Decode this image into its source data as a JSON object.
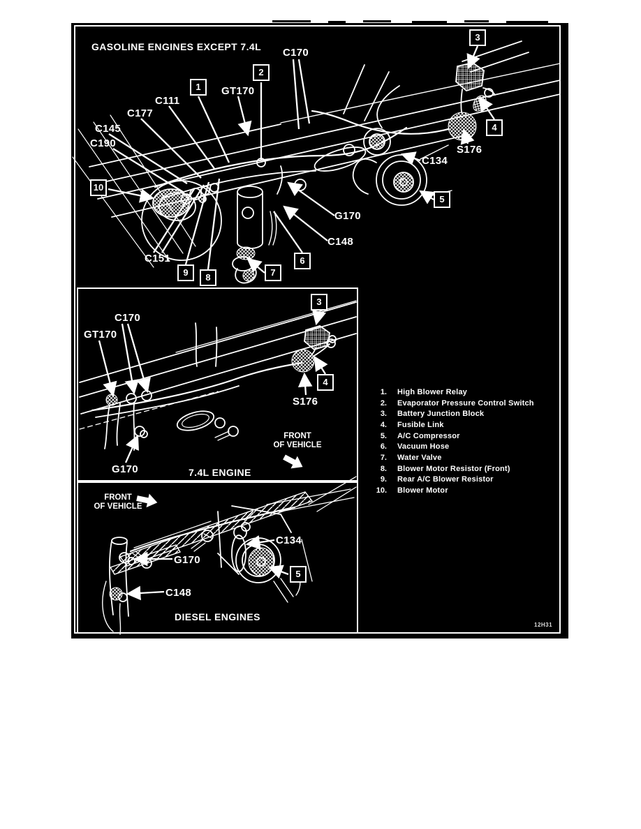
{
  "figure_code": "12H31",
  "legend": {
    "items": [
      {
        "num": "1.",
        "label": "High Blower Relay"
      },
      {
        "num": "2.",
        "label": "Evaporator Pressure Control Switch"
      },
      {
        "num": "3.",
        "label": "Battery Junction Block"
      },
      {
        "num": "4.",
        "label": "Fusible Link"
      },
      {
        "num": "5.",
        "label": "A/C Compressor"
      },
      {
        "num": "6.",
        "label": "Vacuum Hose"
      },
      {
        "num": "7.",
        "label": "Water Valve"
      },
      {
        "num": "8.",
        "label": "Blower Motor Resistor (Front)"
      },
      {
        "num": "9.",
        "label": "Rear A/C Blower Resistor"
      },
      {
        "num": "10.",
        "label": "Blower Motor"
      }
    ]
  },
  "gasoline": {
    "title": "GASOLINE ENGINES EXCEPT 7.4L",
    "connectors": {
      "c170": "C170",
      "c111": "C111",
      "gt170": "GT170",
      "c177": "C177",
      "c145": "C145",
      "c190": "C190",
      "c151": "C151",
      "g170": "G170",
      "c148": "C148",
      "c134": "C134",
      "s176": "S176"
    },
    "callouts": {
      "n1": "1",
      "n2": "2",
      "n3": "3",
      "n4": "4",
      "n5": "5",
      "n6": "6",
      "n7": "7",
      "n8": "8",
      "n9": "9",
      "n10": "10"
    }
  },
  "engine74": {
    "title": "7.4L ENGINE",
    "front_line1": "FRONT",
    "front_line2": "OF VEHICLE",
    "connectors": {
      "c170": "C170",
      "gt170": "GT170",
      "g170": "G170",
      "s176": "S176"
    },
    "callouts": {
      "n3": "3",
      "n4": "4"
    }
  },
  "diesel": {
    "title": "DIESEL ENGINES",
    "front_line1": "FRONT",
    "front_line2": "OF VEHICLE",
    "connectors": {
      "c134": "C134",
      "g170": "G170",
      "c148": "C148"
    },
    "callouts": {
      "n5": "5"
    }
  },
  "colors": {
    "background": "#000000",
    "ink": "#ffffff",
    "page": "#ffffff"
  }
}
